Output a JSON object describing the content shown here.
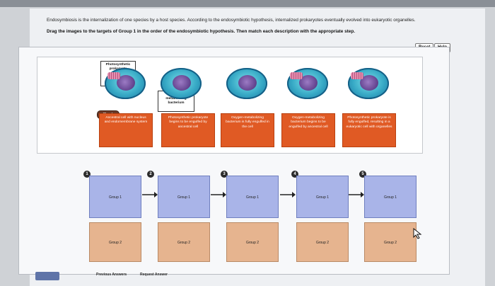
{
  "intro_text": "Endosymbiosis is the internalization of one species by a host species. According to the endosymbiotic hypothesis, internalized prokaryotes eventually evolved into eukaryotic organelles.",
  "instructions": "Drag the images to the targets of Group 1 in the order of the endosymbiotic hypothesis. Then match each description with the appropriate step.",
  "toolbar": {
    "reset_label": "Reset",
    "help_label": "Help"
  },
  "draggable_labels": {
    "photosynthetic": "Photosynthetic prokaryote",
    "oxygen": "Oxygen-metabolizing bacterium"
  },
  "check_label": "Check",
  "descriptions": [
    "Ancestral cell with nucleus and endomembrane system",
    "Photosynthetic prokaryote begins to be engulfed by ancestral cell",
    "Oxygen-metabolizing bacterium is fully engulfed in the cell",
    "Oxygen-metabolizing bacterium begins to be engulfed by ancestral cell",
    "Photosynthetic prokaryote is fully engulfed, resulting in a eukaryotic cell with organelles"
  ],
  "steps": [
    {
      "number": "1",
      "group1": "Group 1",
      "group2": "Group 2"
    },
    {
      "number": "2",
      "group1": "Group 1",
      "group2": "Group 2"
    },
    {
      "number": "3",
      "group1": "Group 1",
      "group2": "Group 2"
    },
    {
      "number": "4",
      "group1": "Group 1",
      "group2": "Group 2"
    },
    {
      "number": "5",
      "group1": "Group 1",
      "group2": "Group 2"
    }
  ],
  "bottom_links": {
    "previous": "Previous Answers",
    "request": "Request Answer"
  },
  "colors": {
    "orange_card": "#e05a24",
    "group1": "#a9b4e8",
    "group2": "#e6b48f",
    "cell": "#35a7c4"
  }
}
